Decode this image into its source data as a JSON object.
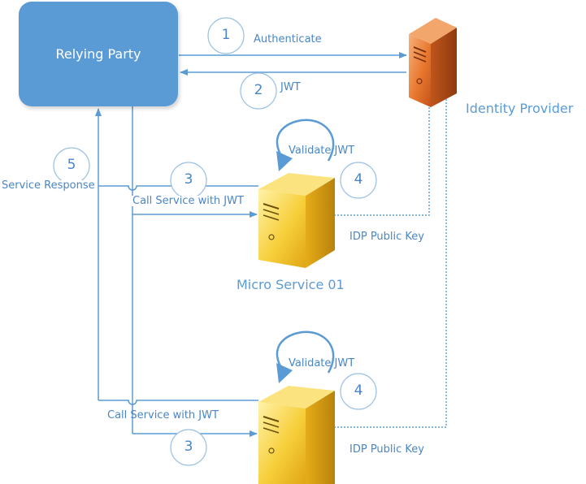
{
  "relying_party": {
    "label": "Relying Party"
  },
  "identity_provider": {
    "label": "Identity Provider"
  },
  "micro_service_1": {
    "label": "Micro Service 01"
  },
  "steps": {
    "authenticate": {
      "num": "1",
      "label": "Authenticate"
    },
    "jwt": {
      "num": "2",
      "label": "JWT"
    },
    "call_1": {
      "num": "3",
      "label": "Call Service with JWT"
    },
    "validate_1": {
      "num": "4",
      "label": "Validate JWT"
    },
    "response": {
      "num": "5",
      "label": "Service Response"
    },
    "call_2": {
      "num": "3",
      "label": "Call Service with JWT"
    },
    "validate_2": {
      "num": "4",
      "label": "Validate JWT"
    }
  },
  "idp_key_1": {
    "label": "IDP Public Key"
  },
  "idp_key_2": {
    "label": "IDP Public Key"
  },
  "colors": {
    "box": "#5b9bd5",
    "connector": "#5b9bd5",
    "label": "#4a86c5",
    "server_idp": "#e0702c",
    "server_micro": "#f2c12e"
  }
}
